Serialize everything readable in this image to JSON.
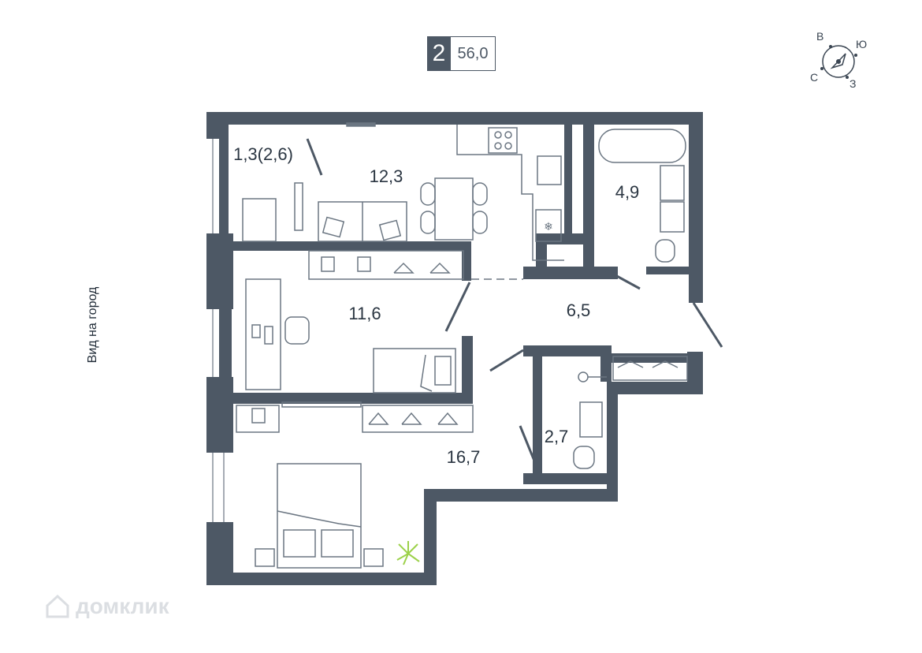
{
  "badge": {
    "rooms": "2",
    "area": "56,0"
  },
  "compass": {
    "n": "В",
    "e": "Ю",
    "s": "З",
    "w": "С"
  },
  "view_label": "Вид на город",
  "rooms": {
    "balcony": "1,3(2,6)",
    "kitchen": "12,3",
    "bathroom": "4,9",
    "living": "11,6",
    "hall": "6,5",
    "wc": "2,7",
    "bedroom": "16,7"
  },
  "watermark": "домклик",
  "colors": {
    "wall": "#4d5865",
    "line": "#6b7682",
    "plant": "#9cd14a"
  }
}
